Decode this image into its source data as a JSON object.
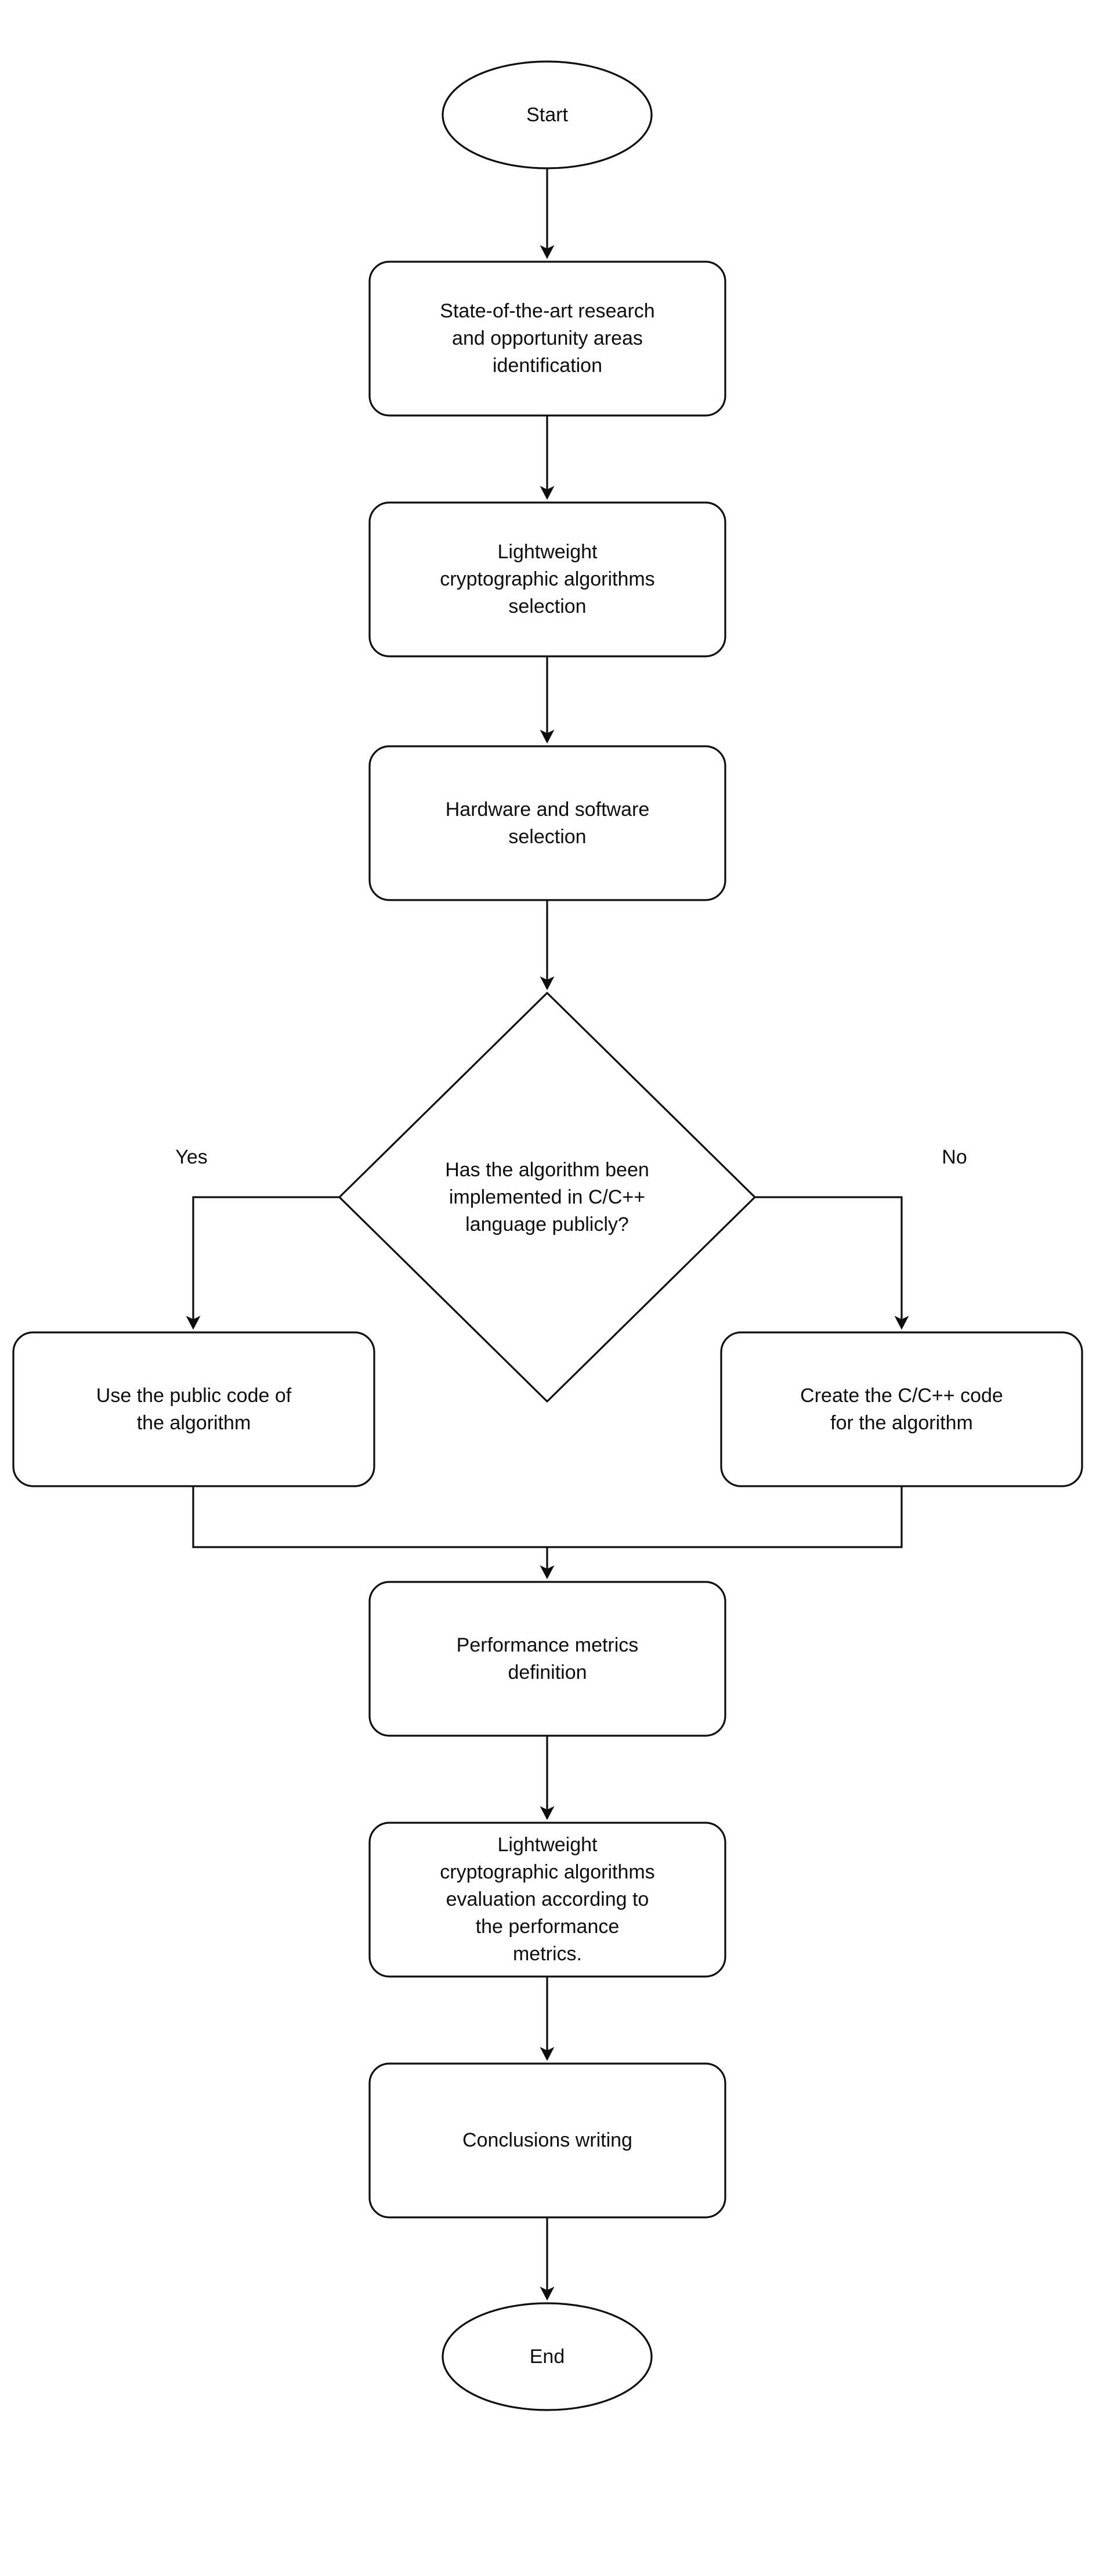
{
  "diagram": {
    "type": "flowchart",
    "orientation": "top-to-bottom",
    "background_color": "#ffffff",
    "stroke_color": "#0d0d0d",
    "text_color": "#0d0d0d",
    "fill_color": "#ffffff",
    "nodes": [
      {
        "id": "start",
        "shape": "ellipse",
        "label": "Start"
      },
      {
        "id": "research",
        "shape": "rounded-rectangle",
        "label": "State-of-the-art research\nand opportunity areas\nidentification"
      },
      {
        "id": "selection",
        "shape": "rounded-rectangle",
        "label": "Lightweight\ncryptographic algorithms\nselection"
      },
      {
        "id": "hwsw",
        "shape": "rounded-rectangle",
        "label": "Hardware and software\nselection"
      },
      {
        "id": "decision",
        "shape": "diamond",
        "label": "Has the algorithm been\nimplemented in C/C++\nlanguage publicly?"
      },
      {
        "id": "use-public",
        "shape": "rounded-rectangle",
        "label": "Use the public code of\nthe algorithm"
      },
      {
        "id": "create-code",
        "shape": "rounded-rectangle",
        "label": "Create the C/C++ code\nfor the algorithm"
      },
      {
        "id": "metrics",
        "shape": "rounded-rectangle",
        "label": "Performance metrics\ndefinition"
      },
      {
        "id": "evaluation",
        "shape": "rounded-rectangle",
        "label": "Lightweight\ncryptographic algorithms\nevaluation according to\nthe performance\nmetrics."
      },
      {
        "id": "conclusions",
        "shape": "rounded-rectangle",
        "label": "Conclusions writing"
      },
      {
        "id": "end",
        "shape": "ellipse",
        "label": "End"
      }
    ],
    "edges": [
      {
        "from": "start",
        "to": "research",
        "label": ""
      },
      {
        "from": "research",
        "to": "selection",
        "label": ""
      },
      {
        "from": "selection",
        "to": "hwsw",
        "label": ""
      },
      {
        "from": "hwsw",
        "to": "decision",
        "label": ""
      },
      {
        "from": "decision",
        "to": "use-public",
        "label": "Yes"
      },
      {
        "from": "decision",
        "to": "create-code",
        "label": "No"
      },
      {
        "from": "use-public",
        "to": "metrics",
        "label": ""
      },
      {
        "from": "create-code",
        "to": "metrics",
        "label": ""
      },
      {
        "from": "metrics",
        "to": "evaluation",
        "label": ""
      },
      {
        "from": "evaluation",
        "to": "conclusions",
        "label": ""
      },
      {
        "from": "conclusions",
        "to": "end",
        "label": ""
      }
    ],
    "edge_labels": {
      "yes": "Yes",
      "no": "No"
    }
  }
}
